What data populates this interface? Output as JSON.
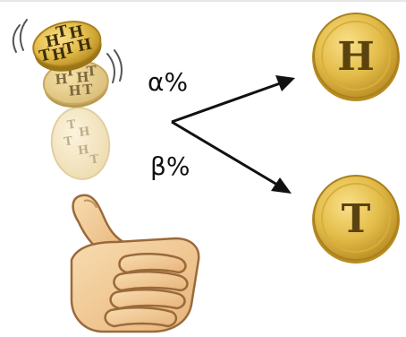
{
  "flipping_coins": {
    "coin_top_letters": [
      "H",
      "T",
      "H",
      "T",
      "H",
      "T",
      "H"
    ],
    "coin_middle_letters": [
      "H",
      "T",
      "H",
      "T",
      "H",
      "T"
    ],
    "coin_faded_letters": [
      "T",
      "H",
      "T",
      "H",
      "T"
    ]
  },
  "labels": {
    "alpha": "α%",
    "beta": "β%"
  },
  "outcomes": {
    "heads_letter": "H",
    "tails_letter": "T"
  },
  "colors": {
    "coin_gold": "#e3bd4a",
    "coin_dark": "#a9811e",
    "coin_letter": "#5a4310",
    "arrow": "#111111",
    "skin": "#f2cf9c",
    "skin_outline": "#9a6a3a"
  }
}
